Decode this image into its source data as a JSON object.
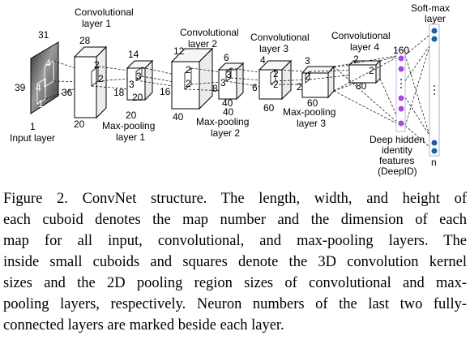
{
  "figure": {
    "labels": {
      "input_layer": "Input layer",
      "conv1": [
        "Convolutional",
        "layer 1"
      ],
      "conv2": [
        "Convolutional",
        "layer 2"
      ],
      "conv3": [
        "Convolutional",
        "layer 3"
      ],
      "conv4": [
        "Convolutional",
        "layer 4"
      ],
      "pool1": [
        "Max-pooling",
        "layer 1"
      ],
      "pool2": [
        "Max-pooling",
        "layer 2"
      ],
      "pool3": [
        "Max-pooling",
        "layer 3"
      ],
      "softmax": [
        "Soft-max",
        "layer"
      ],
      "deepid": [
        "Deep hidden",
        "identity",
        "features",
        "(DeepID)"
      ]
    },
    "dims": {
      "input": [
        "31",
        "39",
        "1",
        "4",
        "4",
        "1"
      ],
      "conv1": [
        "28",
        "36",
        "20",
        "2",
        "2"
      ],
      "pool1": [
        "14",
        "3",
        "3",
        "18",
        "20"
      ],
      "conv2": [
        "12",
        "16",
        "40",
        "2",
        "2"
      ],
      "pool2": [
        "6",
        "3",
        "3",
        "8",
        "40"
      ],
      "conv3": [
        "4",
        "6",
        "60",
        "2",
        "2"
      ],
      "pool3": [
        "3",
        "2",
        "2",
        "60"
      ],
      "conv4": [
        "2",
        "2",
        "80"
      ],
      "deepid": "160",
      "softmax": "n"
    }
  },
  "caption": {
    "lines": [
      "Figure 2. ConvNet structure.  The length, width, and height of",
      "each cuboid denotes the map number and the dimension of each",
      "map for all input, convolutional, and max-pooling layers.  The",
      "inside small cuboids and squares denote the 3D convolution kernel",
      "sizes and the 2D pooling region sizes of convolutional and max-",
      "pooling layers, respectively. Neuron numbers of the last two fully-",
      "connected layers are marked beside each layer."
    ]
  }
}
